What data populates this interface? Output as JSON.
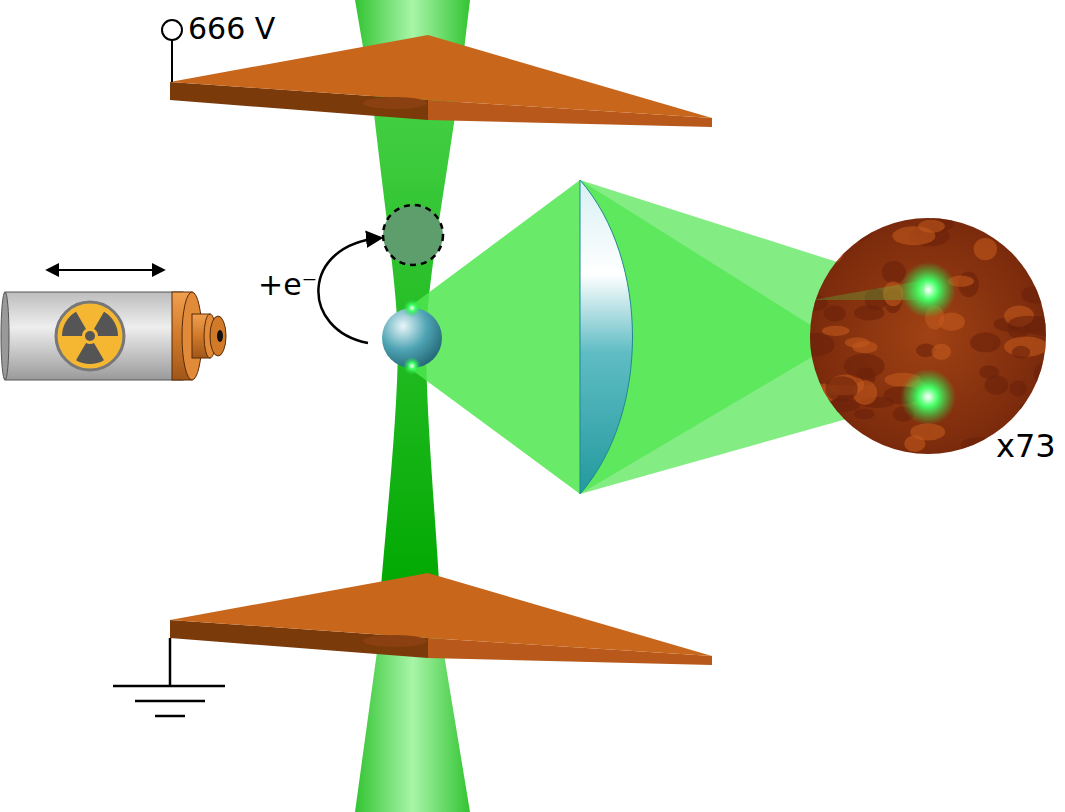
{
  "diagram": {
    "labels": [
      "666 V",
      "+e⁻",
      "x73"
    ]
  }
}
